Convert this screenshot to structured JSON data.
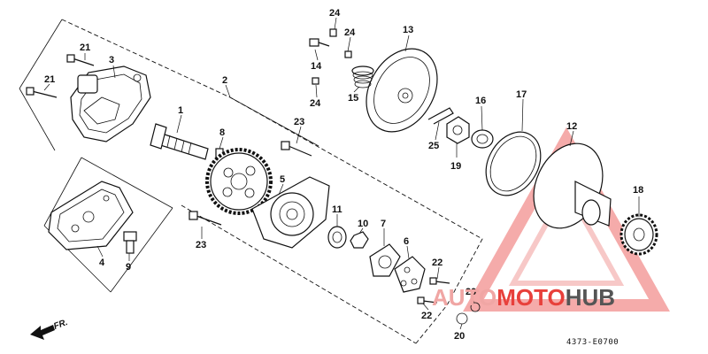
{
  "diagram_code": "4373-E0700",
  "direction_label": "FR.",
  "watermark": {
    "part1": "AUTO",
    "part2": "MOTO",
    "part3": "HUB"
  },
  "colors": {
    "watermark_red": "#e8403b",
    "watermark_pink": "#f0a6a4",
    "watermark_gray": "#555555",
    "ink": "#111111"
  },
  "callouts": {
    "c1": "1",
    "c2": "2",
    "c3": "3",
    "c4": "4",
    "c5": "5",
    "c6": "6",
    "c7": "7",
    "c8": "8",
    "c9": "9",
    "c10": "10",
    "c11": "11",
    "c12": "12",
    "c13": "13",
    "c14": "14",
    "c15": "15",
    "c16": "16",
    "c17": "17",
    "c18": "18",
    "c19": "19",
    "c20a": "20",
    "c20b": "20",
    "c21a": "21",
    "c21b": "21",
    "c22a": "22",
    "c22b": "22",
    "c23a": "23",
    "c23b": "23",
    "c24a": "24",
    "c24b": "24",
    "c24c": "24",
    "c25": "25"
  }
}
